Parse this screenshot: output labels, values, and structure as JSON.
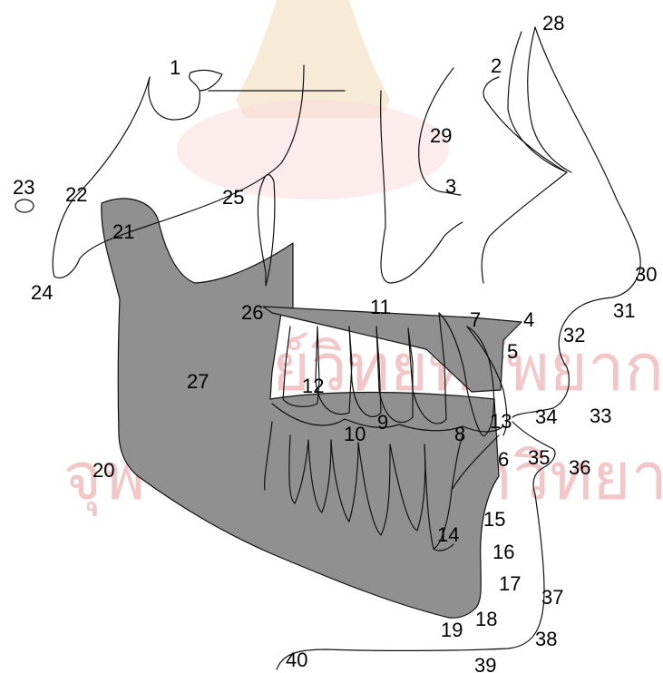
{
  "landmarks": [
    "1",
    "2",
    "3",
    "4",
    "5",
    "6",
    "7",
    "8",
    "9",
    "10",
    "11",
    "12",
    "13",
    "14",
    "15",
    "16",
    "17",
    "18",
    "19",
    "20",
    "21",
    "22",
    "23",
    "24",
    "25",
    "26",
    "27",
    "28",
    "29",
    "30",
    "31",
    "32",
    "33",
    "34",
    "35",
    "36",
    "37",
    "38",
    "39",
    "40"
  ],
  "watermark": {
    "line1": "ศูนย์วิทยทรัพยากร",
    "line2": "จุฬาลงกรณ์มหาวิทยาลัย",
    "color": "#f3c7c7",
    "seal_color": "#e9c78e"
  },
  "colors": {
    "mandible_fill": "#909090",
    "line": "#111111",
    "background": "#ffffff"
  }
}
